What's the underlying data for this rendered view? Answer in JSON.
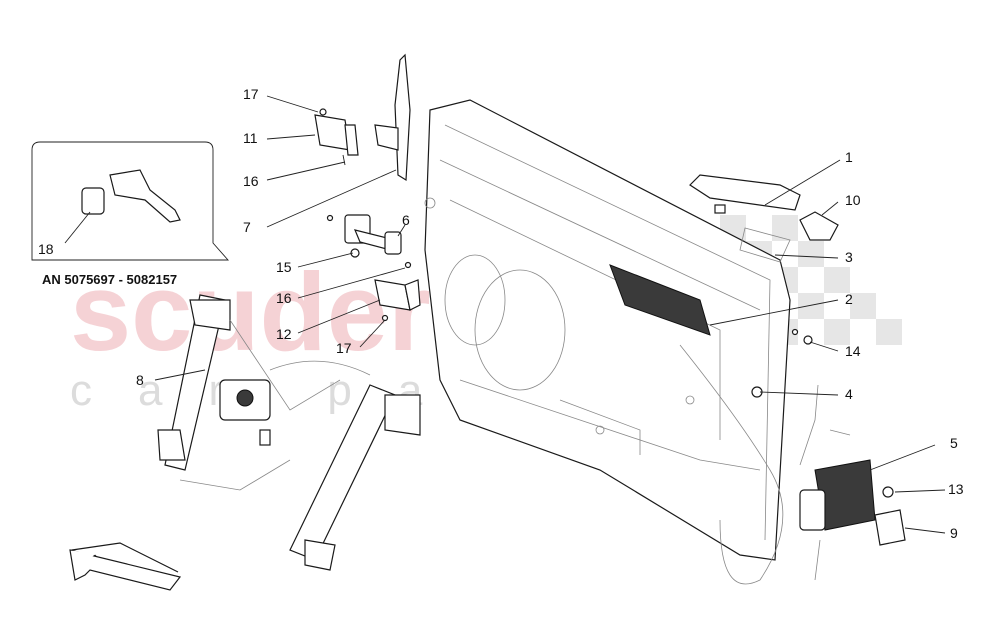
{
  "watermark": {
    "brand": "scuderia",
    "sub": "car parts",
    "color": "#f2c4c8"
  },
  "inset": {
    "variant_text": "AN 5075697 - 5082157"
  },
  "callouts": [
    {
      "id": "1",
      "label": "1"
    },
    {
      "id": "2",
      "label": "2"
    },
    {
      "id": "3",
      "label": "3"
    },
    {
      "id": "4",
      "label": "4"
    },
    {
      "id": "5",
      "label": "5"
    },
    {
      "id": "6",
      "label": "6"
    },
    {
      "id": "7",
      "label": "7"
    },
    {
      "id": "8",
      "label": "8"
    },
    {
      "id": "9",
      "label": "9"
    },
    {
      "id": "10",
      "label": "10"
    },
    {
      "id": "11",
      "label": "11"
    },
    {
      "id": "12",
      "label": "12"
    },
    {
      "id": "13",
      "label": "13"
    },
    {
      "id": "14",
      "label": "14"
    },
    {
      "id": "15",
      "label": "15"
    },
    {
      "id": "16a",
      "label": "16"
    },
    {
      "id": "16b",
      "label": "16"
    },
    {
      "id": "17a",
      "label": "17"
    },
    {
      "id": "17b",
      "label": "17"
    },
    {
      "id": "18",
      "label": "18"
    }
  ]
}
